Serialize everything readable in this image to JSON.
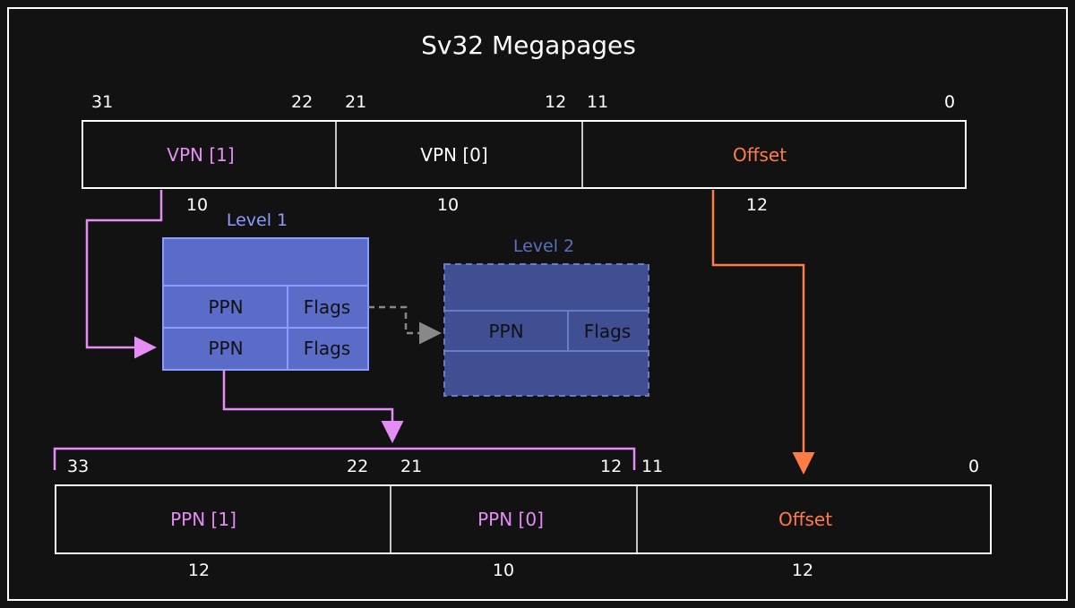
{
  "title": "Sv32 Megapages",
  "colors": {
    "background": "#121212",
    "line": "#ffffff",
    "vpn": "#e58cf5",
    "offset": "#ff7d45",
    "level1_fill": "#5a6cc7",
    "level1_stroke": "#8a9cff",
    "level1_label": "#8c9cff",
    "level2_fill": "#3f4f92",
    "level2_stroke": "#6a7cc8",
    "level2_label": "#5b6fbf",
    "dashed_arrow": "#888888"
  },
  "virtual_address": {
    "bits": {
      "b31": "31",
      "b22": "22",
      "b21": "21",
      "b12": "12",
      "b11": "11",
      "b0": "0"
    },
    "fields": {
      "vpn1": "VPN [1]",
      "vpn0": "VPN [0]",
      "offset": "Offset"
    },
    "widths": {
      "vpn1": "10",
      "vpn0": "10",
      "offset": "12"
    }
  },
  "level1": {
    "label": "Level 1",
    "rows": [
      {
        "ppn": "PPN",
        "flags": "Flags"
      },
      {
        "ppn": "PPN",
        "flags": "Flags"
      }
    ]
  },
  "level2": {
    "label": "Level 2",
    "rows": [
      {
        "ppn": "PPN",
        "flags": "Flags"
      }
    ]
  },
  "physical_address": {
    "bits": {
      "b33": "33",
      "b22": "22",
      "b21": "21",
      "b12": "12",
      "b11": "11",
      "b0": "0"
    },
    "fields": {
      "ppn1": "PPN [1]",
      "ppn0": "PPN [0]",
      "offset": "Offset"
    },
    "widths": {
      "ppn1": "12",
      "ppn0": "10",
      "offset": "12"
    }
  }
}
